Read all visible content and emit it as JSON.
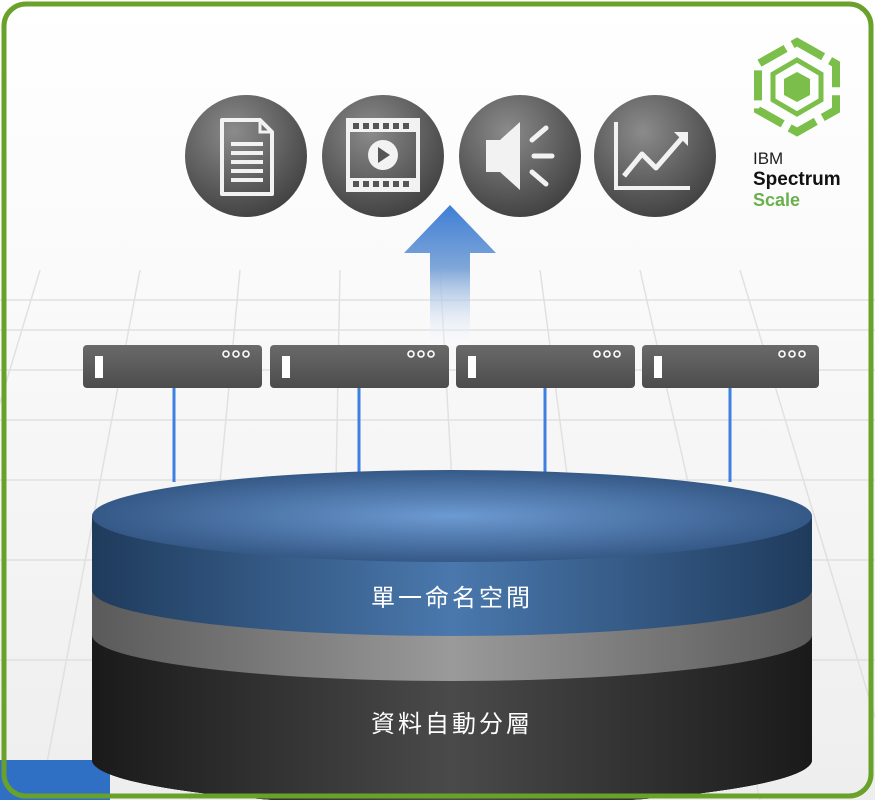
{
  "brand": {
    "company": "IBM",
    "product": "Spectrum",
    "product_suffix": "Scale"
  },
  "layers": [
    {
      "label": "單一命名空間"
    },
    {
      "label": "資料自動分層"
    }
  ],
  "icons": [
    "document-icon",
    "video-icon",
    "audio-icon",
    "chart-icon"
  ],
  "servers": [
    "server-1",
    "server-2",
    "server-3",
    "server-4"
  ]
}
